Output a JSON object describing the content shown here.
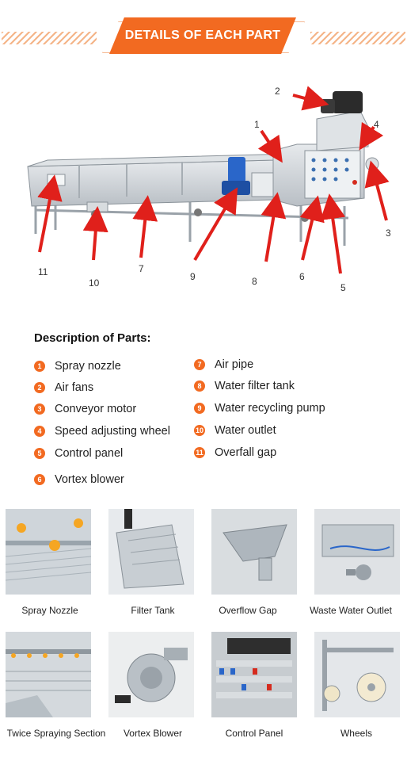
{
  "header": {
    "title": "DETAILS OF EACH PART"
  },
  "diagram": {
    "callouts": [
      "1",
      "2",
      "3",
      "4",
      "5",
      "6",
      "7",
      "8",
      "9",
      "10",
      "11"
    ]
  },
  "description": {
    "title": "Description of Parts:",
    "parts": [
      {
        "num": "1",
        "label": "Spray nozzle"
      },
      {
        "num": "2",
        "label": "Air fans"
      },
      {
        "num": "3",
        "label": "Conveyor motor"
      },
      {
        "num": "4",
        "label": "Speed adjusting wheel"
      },
      {
        "num": "5",
        "label": "Control panel"
      },
      {
        "num": "6",
        "label": "Vortex blower"
      },
      {
        "num": "7",
        "label": "Air pipe"
      },
      {
        "num": "8",
        "label": "Water filter tank"
      },
      {
        "num": "9",
        "label": "Water recycling pump"
      },
      {
        "num": "10",
        "label": "Water outlet"
      },
      {
        "num": "11",
        "label": "Overfall gap"
      }
    ]
  },
  "gallery": [
    {
      "caption": "Spray Nozzle"
    },
    {
      "caption": "Filter Tank"
    },
    {
      "caption": "Overflow Gap"
    },
    {
      "caption": "Waste Water Outlet"
    },
    {
      "caption": "Twice Spraying Section"
    },
    {
      "caption": "Vortex Blower"
    },
    {
      "caption": "Control Panel"
    },
    {
      "caption": "Wheels"
    }
  ],
  "colors": {
    "accent": "#f26a21",
    "arrow": "#e0201b",
    "steel": "#c9ced3"
  }
}
